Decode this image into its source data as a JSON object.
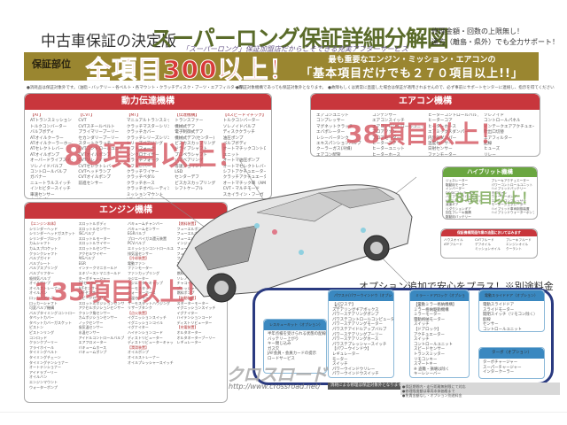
{
  "header": {
    "subtitle_left": "中古車保証の決定版",
    "title": "スーパーロング保証詳細分解図",
    "tagline": "「スーパーロング」保証加盟店だからこそできる充実アフターサービス",
    "promo_line1": "修理金額・回数の上限無し！",
    "promo_line2": "遠方（離島・県外）でも全力サポート！"
  },
  "banner": {
    "left_label": "保証部位",
    "left_headline": "全項目300以上！",
    "right_line1": "最も重要なエンジン・ミッション・エアコンの",
    "right_line2": "「基本項目だけでも２７０項目以上!!」"
  },
  "notes": {
    "left": "●消耗品は保証対象外です。（油脂・バッテリー・各ベルト・各マウント・クラッチディスク・ブーツ・エアフィルター等）",
    "right": "●保証対象機構であっても保証対象外となります。　●故障もしくは異常に直面した場合は保証が適用されませんので、必ず事前にサポートセンターに連絡し、指示を得てください。"
  },
  "panels": {
    "drivetrain": {
      "title": "動力伝達機構",
      "overlay": "80項目以上！",
      "columns": [
        [
          "【AT】",
          "ATトランスミッション",
          "トルクコンバーター",
          "バルブボディ",
          "ATオイルクーラー",
          "ATオイルクーラーホース",
          "ATセレクトレバー",
          "ATオイルポンプ",
          "オーバードライブスイッチ",
          "ソレノイドバルブ",
          "コントロールバルブ",
          "ガバナー",
          "ニュートラルスイッチ",
          "インヒビタースイッチ",
          "車速センサー",
          "オイルパン",
          "バルブブロック",
          "A/Tシフトロック",
          "パーキングロック"
        ],
        [
          "【CVT】",
          "CVT",
          "CVTスチールベルト",
          "プライマリープーリー",
          "セカンダリープーリー",
          "スタートクラッチ",
          "CVTコントロールユニット",
          "CVTオイルポンプ",
          "CVTソレノイド",
          "CVTセレクトレバー",
          "CVTヘッドランプ",
          "CVTオイルポンプ",
          "前進センサー"
        ],
        [
          "【MT】",
          "マニュアルトランスミッション",
          "クラッチマスターシリンダー",
          "クラッチカバー",
          "クラッチレリーズシリンダー",
          "レリーズベアリング",
          "シフトフォーク",
          "シンクロナイザー",
          "クラッチフォーク",
          "シフトレバー",
          "クラッチワイヤー",
          "クラッチペダル",
          "クラッチホース",
          "クラッチオペレーティングシリンダー",
          "ミッションマウント",
          "MTシフトレバー",
          "MTギア",
          "ミッションオイルポンプ"
        ],
        [
          "【伝達機構】",
          "トランスファー",
          "機械式デフ",
          "電子制御式デフ",
          "機械式デフ(センター)",
          "ビスカスカップリング",
          "ドライブシャフト",
          "プロペラシャフト",
          "ハブベアリング",
          "等速ジョイント",
          "LSD",
          "センターデフ",
          "ビスカスカップリング",
          "シフトケーブル"
        ],
        [
          "【4スピードマチック】",
          "トルクコンバーター",
          "ソレノイドバルブ",
          "ディスククラッチ",
          "油圧ポンプ",
          "バルブボディ",
          "オートマチックコントロール",
          "ユニット",
          "オートマ油圧ポンプ",
          "オートマセレクトレバー",
          "シフトアクチュエーター",
          "クラッチアクチュエーター",
          "オートマチック車（AMT）機構",
          "CVT・マルチモード",
          "スカイライン・フーガ"
        ]
      ]
    },
    "aircon": {
      "title": "エアコン機構",
      "overlay": "38項目以上！",
      "columns": [
        [
          "エアコンユニット",
          "コンプレッサー",
          "マグネットクラッチ",
          "エバポレーター",
          "レシーバータンク",
          "エキスパンションバルブ",
          "クーラーガス(冷媒)",
          "エアコン配管",
          "エアコンパネル"
        ],
        [
          "コンデンサー",
          "エアコンスイッチ",
          "エアコンコントロールユニット",
          "ブロアファン",
          "ブロアモーター",
          "ヒーターコア",
          "ヒーターユニット",
          "ヒーターホース",
          "モーター"
        ],
        [
          "ヒーターコントロールバルブ",
          "ヒーターコア",
          "ヒーターホース",
          "エアミックスダンパー",
          "内外気ダンパー",
          "温度センサー",
          "日射センサー",
          "ファンモーター",
          "アクチュエーター",
          "ブロアモーターレジスター",
          "ファンスイッチ"
        ],
        [
          "ソレノイド",
          "コントロールパネル",
          "インテークエアアクチュエーター",
          "吹出口切替",
          "エアフィルター",
          "配線",
          "ヒューズ",
          "リレー",
          "ホース・パイプ",
          "配管スイッチ"
        ]
      ]
    },
    "hybrid": {
      "title": "ハイブリット機構",
      "overlay": "18項目以上！",
      "columns": [
        [
          "ジェネレーター",
          "駆動用モーター",
          "インバーター",
          "DC/DCコンバーター",
          "ハイブリッドバッテリー",
          "HVコントロールユニット",
          "減速ギア",
          "リダクションギア",
          "回生ブレーキ機構",
          "駆動用バッテリー"
        ],
        [
          "ブレーキアクチュエーター",
          "パワーコントロールユニット",
          "ハイブリッドバッテリー",
          "冷却ファン",
          "ウォーターポンプ",
          "エアコンコンプレッサー",
          "モータージェネレーター",
          "ハイブリッド車両制御装置",
          "ハイブリッドウォーターポンプ"
        ]
      ]
    },
    "consumables": {
      "title": "保証機構関連作業の油脂においてはみます",
      "columns": [
        [
          "ハウスオイル",
          "ATFフルード"
        ],
        [
          "CVTフルード",
          "デフオイル",
          "ミッションオイル"
        ],
        [
          "ブレーキフルード",
          "エンジンオイル",
          "クーラント"
        ]
      ]
    },
    "engine": {
      "title": "エンジン機構",
      "overlay": "135項目以上！",
      "columns": [
        [
          "【エンジン本体】",
          "シリンダーヘッド",
          "シリンダーヘッドガスケット",
          "シリンダーブロック",
          "カムシャフト",
          "カムスプロケット",
          "クランクシャフト",
          "バルブガイド",
          "バルブシート",
          "バルブスプリング",
          "バルブリフター",
          "吸排気バルブ",
          "オイルポンプ",
          "オイルストレーナー",
          "オイルパン",
          "ロッカーアーム",
          "ロッカーシャフト",
          "可変バルブ機構",
          "バルブタイミングコントロールギア",
          "タペットカバー",
          "タペットカバーガスケット",
          "ピストン",
          "ピストンリング",
          "コンロッド",
          "クランクプーリー",
          "フライホイール",
          "タイミングベルト",
          "タイミングチェーン",
          "タイミングテンショナー",
          "オートテンショナー",
          "アイドラプーリー",
          "オイルバン",
          "エンジンマウント",
          "ウォーターポンプ"
        ],
        [
          "スロットルボディ",
          "スロットルセンサー",
          "ISCバルブ",
          "スロットルモーター",
          "スロットルワイヤー",
          "スロットルセンサー",
          "アクセルワイヤー",
          "AISバルブ",
          "EGR",
          "インテークマニホールド",
          "エキゾーストマニホールド",
          "ターボチャージャー",
          "O2センサー",
          "A/Fセンサー",
          "LAFセンサー",
          "スピードセンサー",
          "スロットルポジションセンサー",
          "アクセルポジションセンサー",
          "クランク角センサー",
          "カムポジションセンサー",
          "ノックセンサー",
          "吸気温センサー",
          "水温センサー",
          "アイドルコントロールバルブ",
          "エアフロメーター",
          "バキュームホース",
          "バキュームポンプ"
        ],
        [
          "バキュームチャンバー",
          "バキュームセンサー",
          "EGRバルブ",
          "ブローバイガス還元装置",
          "PCVバルブ",
          "エミッションコントロールユニット",
          "排気温センサー",
          "【冷却装置】",
          "電動ファン",
          "ファンモーター",
          "ファンカップリング",
          "ラジエーター",
          "ラジエーターキャップ",
          "サーモスタット",
          "ウォーターホース",
          "水温センサー",
          "サーモスタットハウジング",
          "リザーブタンク",
          "【点火装置】",
          "イグニッションスイッチ",
          "イグニッションコイル",
          "イグナイター",
          "ハイテンションコード",
          "ディストリビューター",
          "ディストリビューターキャップ",
          "【潤滑装置】",
          "オイルポンプ",
          "オイルストレーナー",
          "オイルプレッシャースイッチ"
        ],
        [
          "【燃料装置】",
          "フューエルポンプ",
          "フューエルポンプリレー",
          "フューエルインジェクター",
          "インジェクションコンピューター",
          "フューエルゲージユニット",
          "フューエルポンプ",
          "フューエルプレッシャーレギュレーター",
          "フューエルタンク",
          "フューエルホース",
          "燃料フィルター",
          "ソレノイド",
          "チャコールキャニスター",
          "プレッシャーセンサー",
          "燃料ポンプ",
          "【始動装置】",
          "スターターモーター",
          "イグニッションスイッチ",
          "イグナイター",
          "ハイテンションコード",
          "ディストリビューター",
          "【充電装置】",
          "オルタネーター",
          "オルタネーターブーリー",
          "レギュレーター"
        ]
      ]
    }
  },
  "options": {
    "heading": "オプション追加で安心をプラス！※別途料金",
    "power_steering": {
      "title": "パワステ/パワーウインドウ（オプション）",
      "items": [
        "【パワステ】",
        "ステアリングギアボックス",
        "パワーステアリングポンプ",
        "パワステコントロールコンピューター",
        "パワーステアリングモーター",
        "パワステアイドルアップバルブ",
        "パワーステアリングプーリー",
        "パワーステアリングホース",
        "パワステプレッシャースイッチ",
        "【パワーウインドウ】",
        "レギュレーター",
        "モーター",
        "スイッチ",
        "パワーウインドウリレー",
        "パワーウインドウスイッチ"
      ]
    },
    "keyless": {
      "title": "レスキューキット（オプション）",
      "items": [
        "半年点検を受けられる状態の配線センサー",
        "バッテリー上がり",
        "キー閉じ込み",
        "ガス欠",
        "JAF会員・会員カードの提示",
        "ロードサービス"
      ]
    },
    "mirror": {
      "title": "ミラー・ドアロック（オプション）",
      "items": [
        "【電動ミラー格納機構】",
        "ミラー格納駆動機構",
        "ミラーモーター",
        "電動格納モーター",
        "スイッチ",
        "【ドアロック】",
        "アクチュエーター",
        "スイッチ",
        "コントロールユニット",
        "スピードセンサー",
        "トランスミッター",
        "リモコンキー",
        "スマートキー",
        "※ 盗難・損壊は除く",
        "キーレシーバー"
      ]
    },
    "slide_door": {
      "title": "電動スライドドア（オプション）",
      "items": [
        "電動スライドドア",
        "スライドモーター",
        "開閉スイッチ（リモコン除く）",
        "配線",
        "センサー",
        "コントロールユニット",
        "※スペアは含まれません"
      ]
    },
    "turbo": {
      "title": "ターボ（オプション）",
      "items": [
        "ターボチャージャー",
        "スーパーチャージャー",
        "インタークーラー"
      ]
    },
    "footer_dark": "消耗による修理は保証対象外となります",
    "footer_grey": [
      "●保証期間内・走行距離無制限にて対応",
      "●修理限度額は車両本体価格まで",
      "●免責金額なし・オプション別途料金"
    ]
  },
  "watermark": {
    "logo": "クロスロード",
    "url": "http://www.crossroad.net/"
  },
  "colors": {
    "olive_banner": "#9a8630",
    "title_green": "#5a6b2a",
    "panel_red": "#c8363c",
    "hybrid_green": "#6aa640",
    "option_blue": "#3a88c0",
    "frame_navy": "#2a3a80",
    "overlay_pink": "#d2505a"
  }
}
